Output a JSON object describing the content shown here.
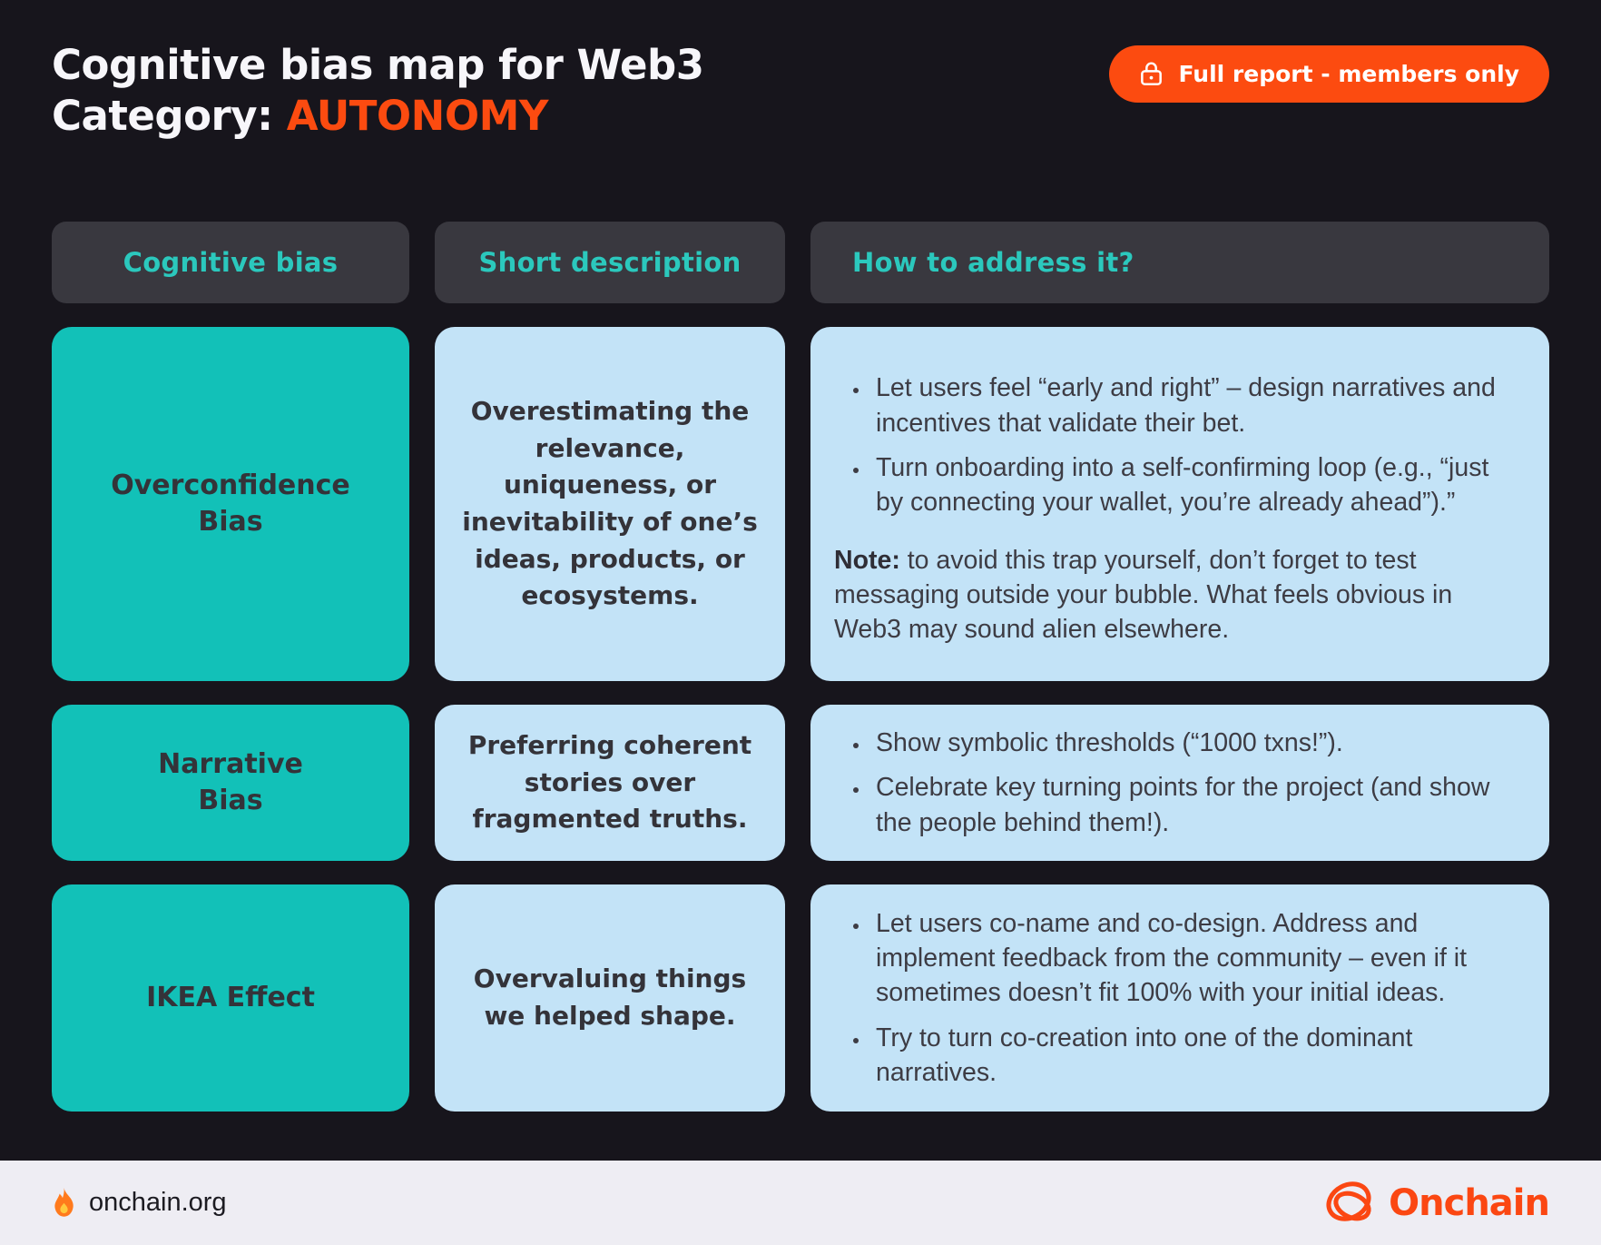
{
  "header": {
    "title_line1": "Cognitive bias map for Web3",
    "title_line2_prefix": "Category: ",
    "title_line2_highlight": "AUTONOMY",
    "cta_label": "Full report - members only",
    "cta_icon": "lock-icon"
  },
  "table": {
    "headers": [
      "Cognitive bias",
      "Short description",
      "How to address it?"
    ],
    "rows": [
      {
        "bias": "Overconfidence\nBias",
        "description": "Overestimating the relevance, uniqueness, or inevitability of one’s ideas, products, or ecosystems.",
        "bullets": [
          "Let users feel “early and right” – design narratives and incentives that validate their bet.",
          "Turn onboarding into a self-confirming loop (e.g., “just by connecting your wallet, you’re already ahead”).”"
        ],
        "note_label": "Note:",
        "note_text": " to avoid this trap yourself, don’t forget to test messaging outside your bubble. What feels obvious in Web3 may sound alien elsewhere."
      },
      {
        "bias": "Narrative\nBias",
        "description": "Preferring coherent stories over fragmented truths.",
        "bullets": [
          "Show symbolic thresholds (“1000 txns!”).",
          "Celebrate key turning points for the project (and show the people behind them!)."
        ]
      },
      {
        "bias": "IKEA Effect",
        "description": "Overvaluing things we helped shape.",
        "bullets": [
          "Let users co-name and co-design. Address and implement feedback from the community – even if it sometimes doesn’t fit 100% with your initial ideas.",
          "Try to turn co-creation into one of the dominant narratives."
        ]
      }
    ]
  },
  "footer": {
    "site": "onchain.org",
    "site_icon": "flame-icon",
    "brand": "Onchain",
    "brand_icon": "onchain-knot-icon"
  },
  "colors": {
    "background": "#17151C",
    "accent_orange": "#FC4B10",
    "teal_cell": "#12C1B8",
    "teal_header_text": "#2BC8BD",
    "header_cell_bg": "#39383F",
    "light_blue_cell": "#C3E3F7",
    "dark_text": "#343339",
    "footer_bg": "#EEEDF3"
  }
}
